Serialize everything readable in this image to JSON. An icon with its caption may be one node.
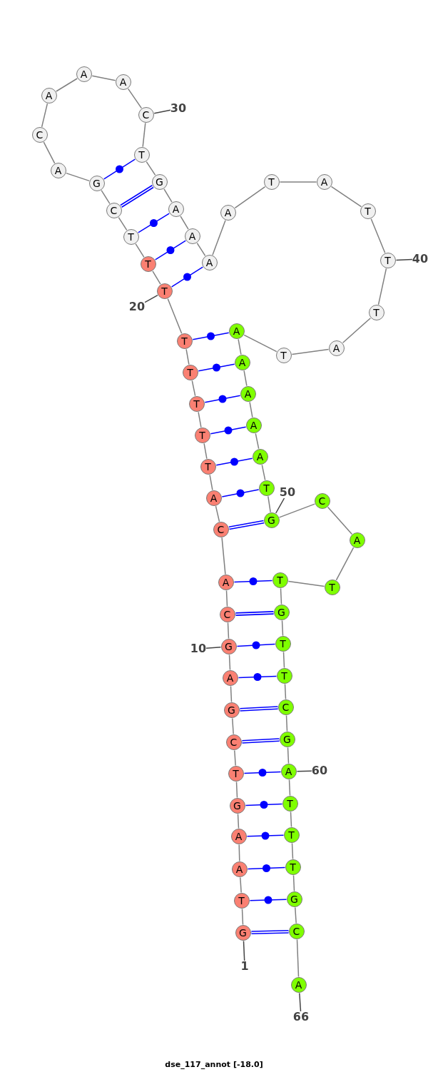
{
  "diagram": {
    "caption": "dse_117_annot [-18.0]",
    "nodes": [
      {
        "text": [
          "G"
        ]
      },
      {
        "text": [
          "T"
        ]
      },
      {
        "text": [
          "A"
        ]
      },
      {
        "text": [
          "A"
        ]
      },
      {
        "text": [
          "G"
        ]
      },
      {
        "text": [
          "T"
        ]
      },
      {
        "text": [
          "C"
        ]
      },
      {
        "text": [
          "G"
        ]
      },
      {
        "text": [
          "A"
        ]
      },
      {
        "text": [
          "G"
        ]
      },
      {
        "text": [
          "C"
        ]
      },
      {
        "text": [
          "A"
        ]
      },
      {
        "text": [
          "C"
        ]
      },
      {
        "text": [
          "A"
        ]
      },
      {
        "text": [
          "T"
        ]
      },
      {
        "text": [
          "T"
        ]
      },
      {
        "text": [
          "T"
        ]
      },
      {
        "text": [
          "T"
        ]
      },
      {
        "text": [
          "T"
        ]
      },
      {
        "text": [
          "T"
        ]
      },
      {
        "text": [
          "T"
        ]
      },
      {
        "text": [
          "T"
        ]
      },
      {
        "text": [
          "C"
        ]
      },
      {
        "text": [
          "G"
        ]
      },
      {
        "text": [
          "A"
        ]
      },
      {
        "text": [
          "C"
        ]
      },
      {
        "text": [
          "A"
        ]
      },
      {
        "text": [
          "A"
        ]
      },
      {
        "text": [
          "A"
        ]
      },
      {
        "text": [
          "C"
        ]
      },
      {
        "text": [
          "T"
        ]
      },
      {
        "text": [
          "G"
        ]
      },
      {
        "text": [
          "A"
        ]
      },
      {
        "text": [
          "A"
        ]
      },
      {
        "text": [
          "A"
        ]
      },
      {
        "text": [
          "A"
        ]
      },
      {
        "text": [
          "T"
        ]
      },
      {
        "text": [
          "A"
        ]
      },
      {
        "text": [
          "T"
        ]
      },
      {
        "text": [
          "T"
        ]
      },
      {
        "text": [
          "T"
        ]
      },
      {
        "text": [
          "A"
        ]
      },
      {
        "text": [
          "T"
        ]
      },
      {
        "text": [
          "A"
        ]
      },
      {
        "text": [
          "A"
        ]
      },
      {
        "text": [
          "A"
        ]
      },
      {
        "text": [
          "A"
        ]
      },
      {
        "text": [
          "A"
        ]
      },
      {
        "text": [
          "T"
        ]
      },
      {
        "text": [
          "G"
        ]
      },
      {
        "text": [
          "C"
        ]
      },
      {
        "text": [
          "A"
        ]
      },
      {
        "text": [
          "T"
        ]
      },
      {
        "text": [
          "T"
        ]
      },
      {
        "text": [
          "G"
        ]
      },
      {
        "text": [
          "T"
        ]
      },
      {
        "text": [
          "T"
        ]
      },
      {
        "text": [
          "C"
        ]
      },
      {
        "text": [
          "G"
        ]
      },
      {
        "text": [
          "A"
        ]
      },
      {
        "text": [
          "T"
        ]
      },
      {
        "text": [
          "T"
        ]
      },
      {
        "text": [
          "T"
        ]
      },
      {
        "text": [
          "G"
        ]
      },
      {
        "text": [
          "C"
        ]
      },
      {
        "text": [
          "A"
        ]
      },
      {
        "text": [
          "1"
        ]
      },
      {
        "text": [
          "10"
        ]
      },
      {
        "text": [
          "20"
        ]
      },
      {
        "text": [
          "30"
        ]
      },
      {
        "text": [
          "40"
        ]
      },
      {
        "text": [
          "50"
        ]
      },
      {
        "text": [
          "60"
        ]
      },
      {
        "text": [
          "66"
        ]
      }
    ],
    "edges": [
      {
        "from": 0,
        "to": 1,
        "arrow": "none"
      },
      {
        "from": 1,
        "to": 2,
        "arrow": "none"
      },
      {
        "from": 2,
        "to": 3,
        "arrow": "none"
      },
      {
        "from": 3,
        "to": 4,
        "arrow": "none"
      },
      {
        "from": 4,
        "to": 5,
        "arrow": "none"
      },
      {
        "from": 5,
        "to": 6,
        "arrow": "none"
      },
      {
        "from": 6,
        "to": 7,
        "arrow": "none"
      },
      {
        "from": 7,
        "to": 8,
        "arrow": "none"
      },
      {
        "from": 8,
        "to": 9,
        "arrow": "none"
      },
      {
        "from": 9,
        "to": 10,
        "arrow": "none"
      },
      {
        "from": 10,
        "to": 11,
        "arrow": "none"
      },
      {
        "from": 11,
        "to": 12,
        "arrow": "none"
      },
      {
        "from": 12,
        "to": 13,
        "arrow": "none"
      },
      {
        "from": 13,
        "to": 14,
        "arrow": "none"
      },
      {
        "from": 14,
        "to": 15,
        "arrow": "none"
      },
      {
        "from": 15,
        "to": 16,
        "arrow": "none"
      },
      {
        "from": 16,
        "to": 17,
        "arrow": "none"
      },
      {
        "from": 17,
        "to": 18,
        "arrow": "none"
      },
      {
        "from": 18,
        "to": 19,
        "arrow": "none"
      },
      {
        "from": 19,
        "to": 20,
        "arrow": "none"
      },
      {
        "from": 20,
        "to": 21,
        "arrow": "none"
      },
      {
        "from": 21,
        "to": 22,
        "arrow": "none"
      },
      {
        "from": 22,
        "to": 23,
        "arrow": "none"
      },
      {
        "from": 23,
        "to": 24,
        "arrow": "none"
      },
      {
        "from": 24,
        "to": 25,
        "arrow": "none"
      },
      {
        "from": 25,
        "to": 26,
        "arrow": "none"
      },
      {
        "from": 26,
        "to": 27,
        "arrow": "none"
      },
      {
        "from": 27,
        "to": 28,
        "arrow": "none"
      },
      {
        "from": 28,
        "to": 29,
        "arrow": "none"
      },
      {
        "from": 29,
        "to": 30,
        "arrow": "none"
      },
      {
        "from": 30,
        "to": 31,
        "arrow": "none"
      },
      {
        "from": 31,
        "to": 32,
        "arrow": "none"
      },
      {
        "from": 32,
        "to": 33,
        "arrow": "none"
      },
      {
        "from": 33,
        "to": 34,
        "arrow": "none"
      },
      {
        "from": 34,
        "to": 35,
        "arrow": "none"
      },
      {
        "from": 35,
        "to": 36,
        "arrow": "none"
      },
      {
        "from": 36,
        "to": 37,
        "arrow": "none"
      },
      {
        "from": 37,
        "to": 38,
        "arrow": "none"
      },
      {
        "from": 38,
        "to": 39,
        "arrow": "none"
      },
      {
        "from": 39,
        "to": 40,
        "arrow": "none"
      },
      {
        "from": 40,
        "to": 41,
        "arrow": "none"
      },
      {
        "from": 41,
        "to": 42,
        "arrow": "none"
      },
      {
        "from": 42,
        "to": 43,
        "arrow": "none"
      },
      {
        "from": 43,
        "to": 44,
        "arrow": "none"
      },
      {
        "from": 44,
        "to": 45,
        "arrow": "none"
      },
      {
        "from": 45,
        "to": 46,
        "arrow": "none"
      },
      {
        "from": 46,
        "to": 47,
        "arrow": "none"
      },
      {
        "from": 47,
        "to": 48,
        "arrow": "none"
      },
      {
        "from": 48,
        "to": 49,
        "arrow": "none"
      },
      {
        "from": 49,
        "to": 50,
        "arrow": "none"
      },
      {
        "from": 50,
        "to": 51,
        "arrow": "none"
      },
      {
        "from": 51,
        "to": 52,
        "arrow": "none"
      },
      {
        "from": 52,
        "to": 53,
        "arrow": "none"
      },
      {
        "from": 53,
        "to": 54,
        "arrow": "none"
      },
      {
        "from": 54,
        "to": 55,
        "arrow": "none"
      },
      {
        "from": 55,
        "to": 56,
        "arrow": "none"
      },
      {
        "from": 56,
        "to": 57,
        "arrow": "none"
      },
      {
        "from": 57,
        "to": 58,
        "arrow": "none"
      },
      {
        "from": 58,
        "to": 59,
        "arrow": "none"
      },
      {
        "from": 59,
        "to": 60,
        "arrow": "none"
      },
      {
        "from": 60,
        "to": 61,
        "arrow": "none"
      },
      {
        "from": 61,
        "to": 62,
        "arrow": "none"
      },
      {
        "from": 62,
        "to": 63,
        "arrow": "none"
      },
      {
        "from": 63,
        "to": 64,
        "arrow": "none"
      },
      {
        "from": 64,
        "to": 65,
        "arrow": "none"
      },
      {
        "from": 0,
        "to": 64,
        "arrow": "none",
        "color": "#0000ff",
        "style": "thick"
      },
      {
        "from": 1,
        "to": 63,
        "arrow": "none",
        "color": "#0000ff"
      },
      {
        "from": 2,
        "to": 62,
        "arrow": "none",
        "color": "#0000ff"
      },
      {
        "from": 3,
        "to": 61,
        "arrow": "none",
        "color": "#0000ff"
      },
      {
        "from": 4,
        "to": 60,
        "arrow": "none",
        "color": "#0000ff"
      },
      {
        "from": 5,
        "to": 59,
        "arrow": "none",
        "color": "#0000ff"
      },
      {
        "from": 6,
        "to": 58,
        "arrow": "none",
        "color": "#0000ff",
        "style": "thick"
      },
      {
        "from": 7,
        "to": 57,
        "arrow": "none",
        "color": "#0000ff",
        "style": "thick"
      },
      {
        "from": 8,
        "to": 56,
        "arrow": "none",
        "color": "#0000ff"
      },
      {
        "from": 9,
        "to": 55,
        "arrow": "none",
        "color": "#0000ff"
      },
      {
        "from": 10,
        "to": 54,
        "arrow": "none",
        "color": "#0000ff",
        "style": "thick"
      },
      {
        "from": 11,
        "to": 53,
        "arrow": "none",
        "color": "#0000ff"
      },
      {
        "from": 12,
        "to": 49,
        "arrow": "none",
        "color": "#0000ff",
        "style": "thick"
      },
      {
        "from": 13,
        "to": 48,
        "arrow": "none",
        "color": "#0000ff"
      },
      {
        "from": 14,
        "to": 47,
        "arrow": "none",
        "color": "#0000ff"
      },
      {
        "from": 15,
        "to": 46,
        "arrow": "none",
        "color": "#0000ff"
      },
      {
        "from": 16,
        "to": 45,
        "arrow": "none",
        "color": "#0000ff"
      },
      {
        "from": 17,
        "to": 44,
        "arrow": "none",
        "color": "#0000ff"
      },
      {
        "from": 18,
        "to": 43,
        "arrow": "none",
        "color": "#0000ff"
      },
      {
        "from": 19,
        "to": 34,
        "arrow": "none",
        "color": "#0000ff"
      },
      {
        "from": 20,
        "to": 33,
        "arrow": "none",
        "color": "#0000ff"
      },
      {
        "from": 21,
        "to": 32,
        "arrow": "none",
        "color": "#0000ff"
      },
      {
        "from": 22,
        "to": 31,
        "arrow": "none",
        "color": "#0000ff",
        "style": "thick"
      },
      {
        "from": 23,
        "to": 30,
        "arrow": "none",
        "color": "#0000ff"
      },
      {
        "from": 66,
        "to": 0,
        "arrow": "none",
        "color": "#444444"
      },
      {
        "from": 67,
        "to": 9,
        "arrow": "none",
        "color": "#444444"
      },
      {
        "from": 68,
        "to": 19,
        "arrow": "none",
        "color": "#444444"
      },
      {
        "from": 69,
        "to": 29,
        "arrow": "none",
        "color": "#444444"
      },
      {
        "from": 70,
        "to": 39,
        "arrow": "none",
        "color": "#444444"
      },
      {
        "from": 71,
        "to": 49,
        "arrow": "none",
        "color": "#444444"
      },
      {
        "from": 72,
        "to": 59,
        "arrow": "none",
        "color": "#444444"
      },
      {
        "from": 73,
        "to": 65,
        "arrow": "none",
        "color": "#444444"
      }
    ]
  }
}
